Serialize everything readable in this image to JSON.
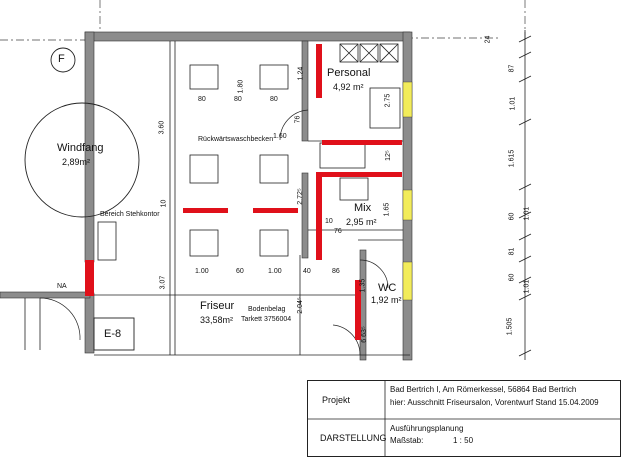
{
  "rooms": {
    "windfang": {
      "name": "Windfang",
      "area": "2,89m²"
    },
    "personal": {
      "name": "Personal",
      "area": "4,92 m²"
    },
    "mix": {
      "name": "Mix",
      "area": "2,95 m²"
    },
    "wc": {
      "name": "WC",
      "area": "1,92 m²"
    },
    "friseur": {
      "name": "Friseur",
      "area": "33,58m²"
    },
    "e8": {
      "name": "E-8"
    }
  },
  "labels": {
    "circle_marker": "F",
    "rueckwaertswaschbecken": "Rückwärtswaschbecken",
    "stehkontor": "Bereich Stehkontor",
    "bodenbelag_1": "Bodenbelag",
    "bodenbelag_2": "Tarkett 3756004",
    "na": "NA"
  },
  "dimensions": {
    "top": [
      "80",
      "80",
      "80"
    ],
    "bottom": [
      "1.00",
      "60",
      "1.00",
      "40",
      "86"
    ],
    "v_180": "1.80",
    "v_124": "1.24",
    "v_360": "3.60",
    "v_76": "76",
    "h_160": "1.60",
    "v_275": "2.75",
    "v_10a": "10",
    "v_272": "2.72⁵",
    "v_10b": "10",
    "v_76b": "76",
    "v_165": "1.65",
    "v_307": "3.07",
    "v_204": "2.04⁵",
    "v_12": "12⁵",
    "v_135": "1.35",
    "v_63": "6 63⁵",
    "right": [
      "24",
      "87",
      "1.01",
      "1.615",
      "60",
      "1.01",
      "81",
      "60",
      "1.01",
      "1.505"
    ]
  },
  "title_block": {
    "projekt_label": "Projekt",
    "projekt_value_1": "Bad Bertrich I, Am Römerkessel, 56864 Bad Bertrich",
    "projekt_value_2": "hier: Ausschnitt Friseursalon, Vorentwurf Stand 15.04.2009",
    "darstellung_label": "DARSTELLUNG",
    "darstellung_value_1": "Ausführungsplanung",
    "massstab_label": "Maßstab:",
    "massstab_value": "1 : 50"
  },
  "colors": {
    "wall": "#8c8c8c",
    "accent_red": "#e0101a",
    "accent_yellow": "#f2ec5a"
  }
}
